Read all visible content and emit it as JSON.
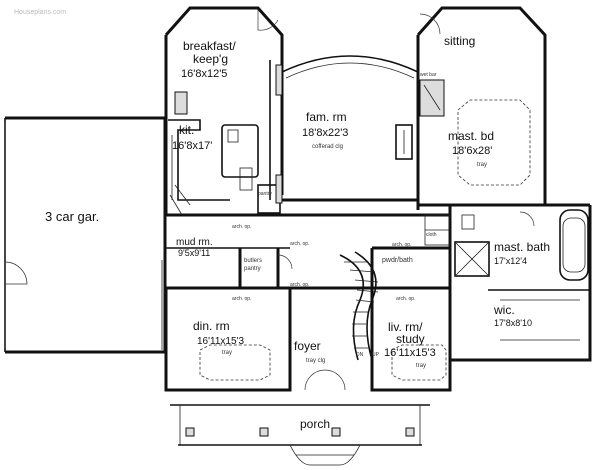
{
  "watermark": "Houseplans.com",
  "rooms": {
    "breakfast": {
      "name1": "breakfast/",
      "name2": "keep'g",
      "dim": "16'8x12'5"
    },
    "sitting": {
      "name": "sitting"
    },
    "fam": {
      "name": "fam. rm",
      "dim": "18'8x22'3",
      "note": "cofferad clg"
    },
    "kit": {
      "name": "kit.",
      "dim": "16'8x17'"
    },
    "mast_bd": {
      "name": "mast. bd",
      "dim": "18'6x28'",
      "note": "tray"
    },
    "garage": {
      "name": "3 car gar."
    },
    "mud": {
      "name": "mud rm.",
      "dim": "9'5x9'11"
    },
    "butlers": {
      "name1": "butlers",
      "name2": "pantry"
    },
    "pwdr": {
      "name": "pwdr/bath"
    },
    "mast_bath": {
      "name": "mast. bath",
      "dim": "17'x12'4"
    },
    "wic": {
      "name": "wic.",
      "dim": "17'8x8'10"
    },
    "din": {
      "name": "din. rm",
      "dim": "16'11x15'3",
      "note": "tray"
    },
    "foyer": {
      "name": "foyer",
      "note": "tray clg"
    },
    "liv": {
      "name1": "liv. rm/",
      "name2": "study",
      "dim": "16'11x15'3",
      "note": "tray"
    },
    "porch": {
      "name": "porch"
    }
  },
  "notes": {
    "pantry": "pantry",
    "wet_bar": "wet bar",
    "arch_op": "arch. op.",
    "cloth": "cloth",
    "dn": "DN",
    "up": "UP"
  }
}
